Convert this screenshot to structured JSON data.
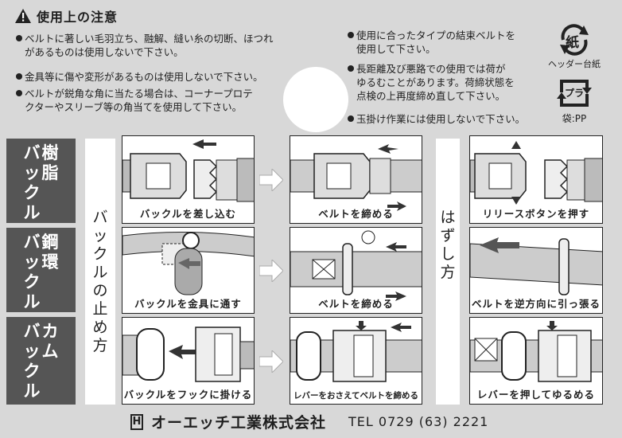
{
  "caution": {
    "title": "使用上の注意",
    "left_bullets": [
      {
        "line1": "ベルトに著しい毛羽立ち、融解、縫い糸の切断、ほつれ",
        "line2": "があるものは使用しないで下さい。"
      },
      {
        "line1": "金具等に傷や変形があるものは使用しないで下さい。",
        "line2": ""
      },
      {
        "line1": "ベルトが鋭角な角に当たる場合は、コーナープロテ",
        "line2": "クターやスリーブ等の角当てを使用して下さい。"
      }
    ],
    "right_bullets": [
      {
        "line1": "使用に合ったタイプの結束ベルトを",
        "line2": "使用して下さい。"
      },
      {
        "line1": "長距離及び悪路での使用では荷が",
        "line2": "ゆるむことがあります。荷締状態を",
        "line3": "点検の上再度締め直して下さい。"
      },
      {
        "line1": "玉掛け作業には使用しないで下さい。",
        "line2": ""
      }
    ]
  },
  "recycle": {
    "paper_mark": "紙",
    "paper_label": "ヘッダー台紙",
    "plastic_mark": "プラ",
    "plastic_label": "袋:PP"
  },
  "categories": [
    {
      "col1": [
        "バ",
        "ッ",
        "ク",
        "ル"
      ],
      "col2": [
        "樹",
        "",
        "脂",
        ""
      ]
    },
    {
      "col1": [
        "バ",
        "ッ",
        "ク",
        "ル"
      ],
      "col2": [
        "鋼",
        "",
        "環",
        ""
      ]
    },
    {
      "col1": [
        "バ",
        "ッ",
        "ク",
        "ル"
      ],
      "col2": [
        "カ",
        "",
        "ム",
        ""
      ]
    }
  ],
  "side_labels": {
    "fasten": [
      "バ",
      "ッ",
      "ク",
      "ル",
      "の",
      "止",
      "め",
      "方"
    ],
    "release": [
      "は",
      "ず",
      "し",
      "方"
    ]
  },
  "panels": {
    "resin_insert": "バックルを差し込む",
    "resin_tighten": "ベルトを締める",
    "resin_release": "リリースボタンを押す",
    "steel_thread": "バックルを金具に通す",
    "steel_tighten": "ベルトを締める",
    "steel_release": "ベルトを逆方向に引っ張る",
    "cam_hook": "バックルをフックに掛ける",
    "cam_tighten": "レバーをおさえてベルトを締める",
    "cam_release": "レバーを押してゆるめる"
  },
  "footer": {
    "logo": "H",
    "company": "オーエッチ工業株式会社",
    "tel": "TEL 0729 (63) 2221"
  }
}
